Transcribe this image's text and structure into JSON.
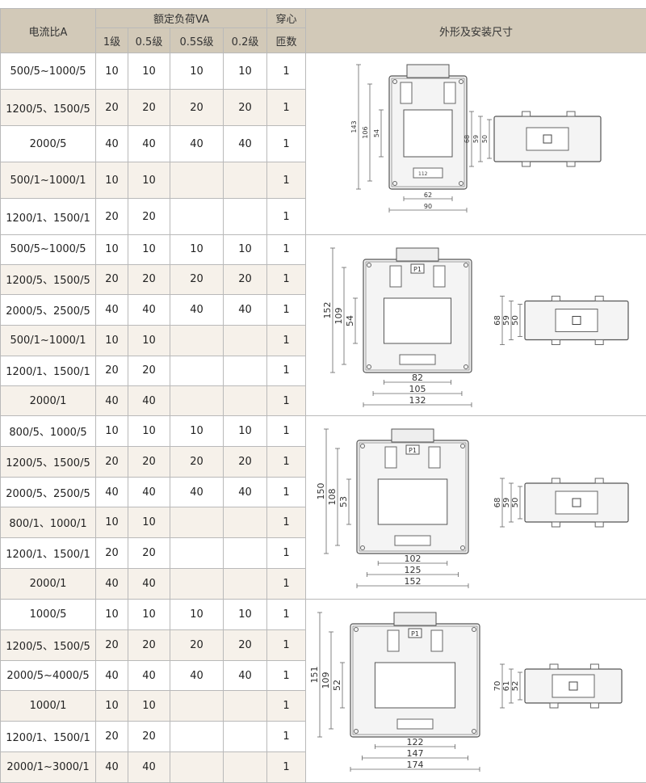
{
  "header": {
    "ratio": "电流比A",
    "rated_load": "额定负荷VA",
    "turns_line1": "穿心",
    "turns_line2": "匝数",
    "dims": "外形及安装尺寸",
    "class_1": "1级",
    "class_05": "0.5级",
    "class_05s": "0.5S级",
    "class_02": "0.2级"
  },
  "groups": [
    {
      "rows": [
        {
          "ratio": "500/5~1000/5",
          "c1": "10",
          "c05": "10",
          "c05s": "10",
          "c02": "10",
          "turns": "1"
        },
        {
          "ratio": "1200/5、1500/5",
          "c1": "20",
          "c05": "20",
          "c05s": "20",
          "c02": "20",
          "turns": "1"
        },
        {
          "ratio": "2000/5",
          "c1": "40",
          "c05": "40",
          "c05s": "40",
          "c02": "40",
          "turns": "1"
        },
        {
          "ratio": "500/1~1000/1",
          "c1": "10",
          "c05": "10",
          "c05s": "",
          "c02": "",
          "turns": "1"
        },
        {
          "ratio": "1200/1、1500/1",
          "c1": "20",
          "c05": "20",
          "c05s": "",
          "c02": "",
          "turns": "1"
        }
      ],
      "dims": {
        "h_total": "143",
        "h_inner": "106",
        "h_window": "54",
        "w_inner": "62",
        "w_total": "90",
        "side_h": "68",
        "side_h2": "59",
        "side_h3": "50",
        "label": "112",
        "plate": ""
      }
    },
    {
      "rows": [
        {
          "ratio": "500/5~1000/5",
          "c1": "10",
          "c05": "10",
          "c05s": "10",
          "c02": "10",
          "turns": "1"
        },
        {
          "ratio": "1200/5、1500/5",
          "c1": "20",
          "c05": "20",
          "c05s": "20",
          "c02": "20",
          "turns": "1"
        },
        {
          "ratio": "2000/5、2500/5",
          "c1": "40",
          "c05": "40",
          "c05s": "40",
          "c02": "40",
          "turns": "1"
        },
        {
          "ratio": "500/1~1000/1",
          "c1": "10",
          "c05": "10",
          "c05s": "",
          "c02": "",
          "turns": "1"
        },
        {
          "ratio": "1200/1、1500/1",
          "c1": "20",
          "c05": "20",
          "c05s": "",
          "c02": "",
          "turns": "1"
        },
        {
          "ratio": "2000/1",
          "c1": "40",
          "c05": "40",
          "c05s": "",
          "c02": "",
          "turns": "1"
        }
      ],
      "dims": {
        "h_total": "152",
        "h_inner": "109",
        "h_window": "54",
        "w_inner": "82",
        "w_mid": "105",
        "w_total": "132",
        "side_h": "68",
        "side_h2": "59",
        "side_h3": "50",
        "plate": "P1"
      }
    },
    {
      "rows": [
        {
          "ratio": "800/5、1000/5",
          "c1": "10",
          "c05": "10",
          "c05s": "10",
          "c02": "10",
          "turns": "1"
        },
        {
          "ratio": "1200/5、1500/5",
          "c1": "20",
          "c05": "20",
          "c05s": "20",
          "c02": "20",
          "turns": "1"
        },
        {
          "ratio": "2000/5、2500/5",
          "c1": "40",
          "c05": "40",
          "c05s": "40",
          "c02": "40",
          "turns": "1"
        },
        {
          "ratio": "800/1、1000/1",
          "c1": "10",
          "c05": "10",
          "c05s": "",
          "c02": "",
          "turns": "1"
        },
        {
          "ratio": "1200/1、1500/1",
          "c1": "20",
          "c05": "20",
          "c05s": "",
          "c02": "",
          "turns": "1"
        },
        {
          "ratio": "2000/1",
          "c1": "40",
          "c05": "40",
          "c05s": "",
          "c02": "",
          "turns": "1"
        }
      ],
      "dims": {
        "h_total": "150",
        "h_inner": "108",
        "h_window": "53",
        "w_inner": "102",
        "w_mid": "125",
        "w_total": "152",
        "side_h": "68",
        "side_h2": "59",
        "side_h3": "50",
        "plate": "P1"
      }
    },
    {
      "rows": [
        {
          "ratio": "1000/5",
          "c1": "10",
          "c05": "10",
          "c05s": "10",
          "c02": "10",
          "turns": "1"
        },
        {
          "ratio": "1200/5、1500/5",
          "c1": "20",
          "c05": "20",
          "c05s": "20",
          "c02": "20",
          "turns": "1"
        },
        {
          "ratio": "2000/5~4000/5",
          "c1": "40",
          "c05": "40",
          "c05s": "40",
          "c02": "40",
          "turns": "1"
        },
        {
          "ratio": "1000/1",
          "c1": "10",
          "c05": "10",
          "c05s": "",
          "c02": "",
          "turns": "1"
        },
        {
          "ratio": "1200/1、1500/1",
          "c1": "20",
          "c05": "20",
          "c05s": "",
          "c02": "",
          "turns": "1"
        },
        {
          "ratio": "2000/1~3000/1",
          "c1": "40",
          "c05": "40",
          "c05s": "",
          "c02": "",
          "turns": "1"
        }
      ],
      "dims": {
        "h_total": "151",
        "h_inner": "109",
        "h_window": "52",
        "w_inner": "122",
        "w_mid": "147",
        "w_total": "174",
        "side_h": "70",
        "side_h2": "61",
        "side_h3": "52",
        "plate": "P1"
      }
    }
  ]
}
